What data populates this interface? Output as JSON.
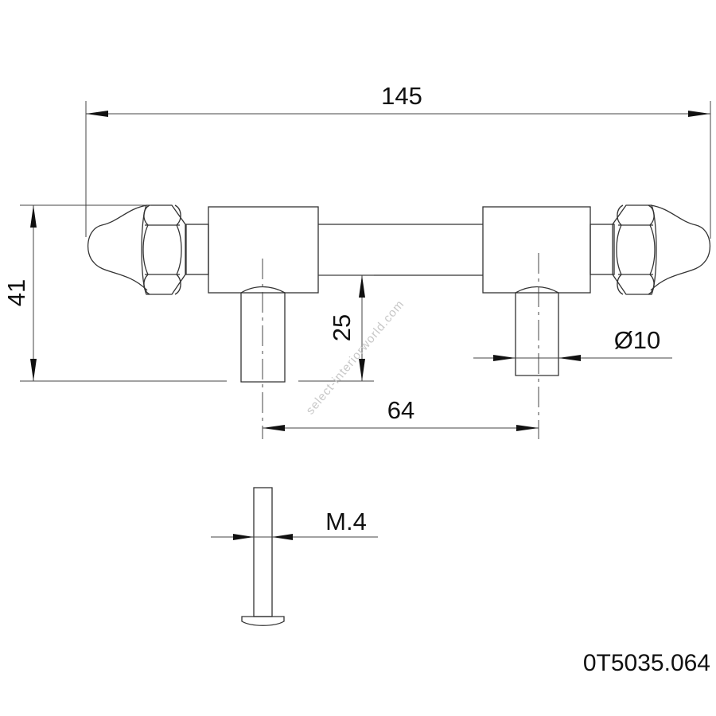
{
  "dimensions": {
    "overall_length": "145",
    "height": "41",
    "leg_height": "25",
    "leg_diameter": "Ø10",
    "hole_spacing": "64",
    "screw_thread": "M.4"
  },
  "part_number": "0T5035.064",
  "watermark": "select-interiorworld.com"
}
